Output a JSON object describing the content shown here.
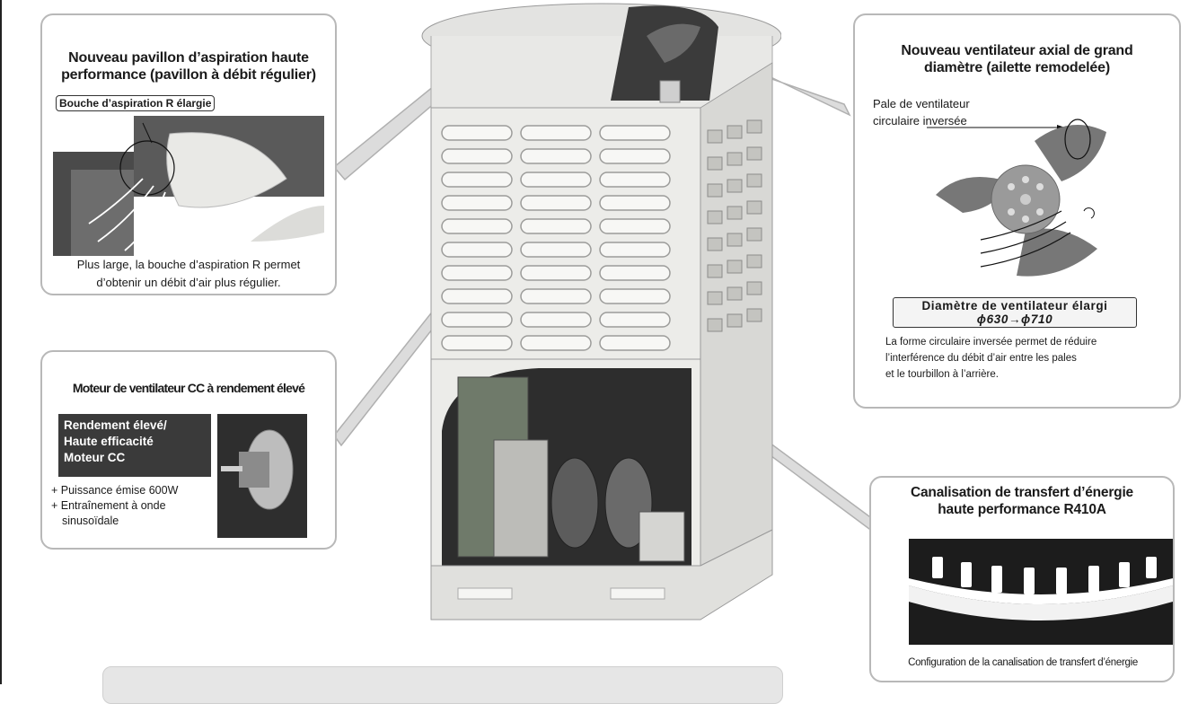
{
  "suction": {
    "title_line1": "Nouveau pavillon d’aspiration haute",
    "title_line2": "performance (pavillon à débit régulier)",
    "tag": "Bouche d’aspiration R élargie",
    "caption_line1": "Plus large, la bouche d’aspiration R permet",
    "caption_line2": "d’obtenir un débit d’air plus régulier."
  },
  "fan": {
    "title_line1": "Nouveau ventilateur axial de grand",
    "title_line2": "diamètre (ailette remodelée)",
    "blade_label_line1": "Pale de ventilateur",
    "blade_label_line2": "circulaire inversée",
    "diameter_line1": "Diamètre de ventilateur élargi",
    "diameter_line2": "ϕ630→ϕ710",
    "caption_line1": "La forme circulaire inversée permet de réduire",
    "caption_line2": "l’interférence du débit d’air entre les pales",
    "caption_line3": "et le tourbillon à l’arrière."
  },
  "motor": {
    "title": "Moteur de ventilateur CC à rendement élevé",
    "badge_line1": "Rendement élevé/",
    "badge_line2": "Haute efficacité",
    "badge_line3": "Moteur CC",
    "spec1": "+ Puissance émise 600W",
    "spec2_line1": "+ Entraînement à onde",
    "spec2_line2": "sinusoïdale"
  },
  "pipe": {
    "title_line1": "Canalisation de transfert d’énergie",
    "title_line2": "haute performance R410A",
    "caption": "Configuration de la canalisation de transfert d’énergie"
  },
  "colors": {
    "callout_border": "#b8b8b8",
    "leader_line": "#b0b0b0",
    "unit_body": "#ececea",
    "motor_badge": "#3a3a3a"
  }
}
